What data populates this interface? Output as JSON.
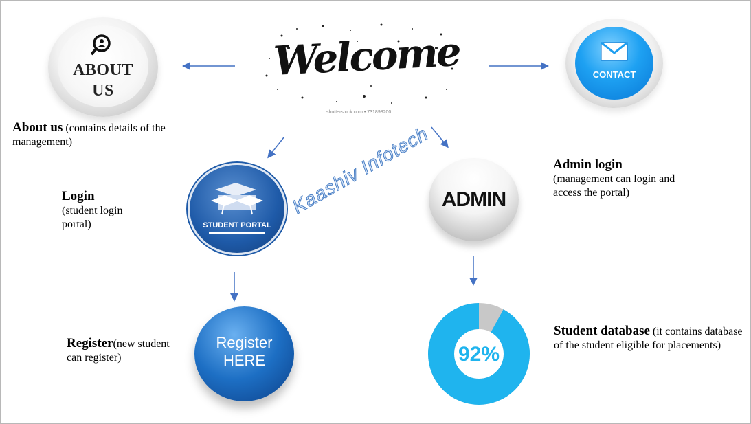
{
  "nodes": {
    "about": {
      "image_text": "ABOUT\nUS",
      "title": "About us",
      "desc": "(contains details of the management)"
    },
    "welcome": {
      "image_text": "Welcome",
      "credit": "shutterstock.com • 731898200"
    },
    "contact": {
      "image_text": "CONTACT"
    },
    "login": {
      "image_text": "STUDENT PORTAL",
      "title": "Login",
      "desc": "(student login portal)"
    },
    "admin": {
      "image_text": "ADMIN",
      "title": "Admin login",
      "desc": "(management can login and access the portal)"
    },
    "register": {
      "image_text": "Register\nHERE",
      "title": "Register",
      "desc": "(new student can register)"
    },
    "database": {
      "image_text": "92%",
      "percent": 92,
      "title": "Student database",
      "desc": "(it contains database of the student eligible for placements)"
    }
  },
  "watermark": "Kaashiv Infotech",
  "colors": {
    "arrow": "#4472c4",
    "donut_fill": "#1fb4ee",
    "donut_rest": "#c8c8c8",
    "contact_blue": "#1e9ef0",
    "portal_blue": "#1e5aa8"
  },
  "icons": [
    "search-person-icon",
    "envelope-icon",
    "graduation-caps-icon"
  ]
}
